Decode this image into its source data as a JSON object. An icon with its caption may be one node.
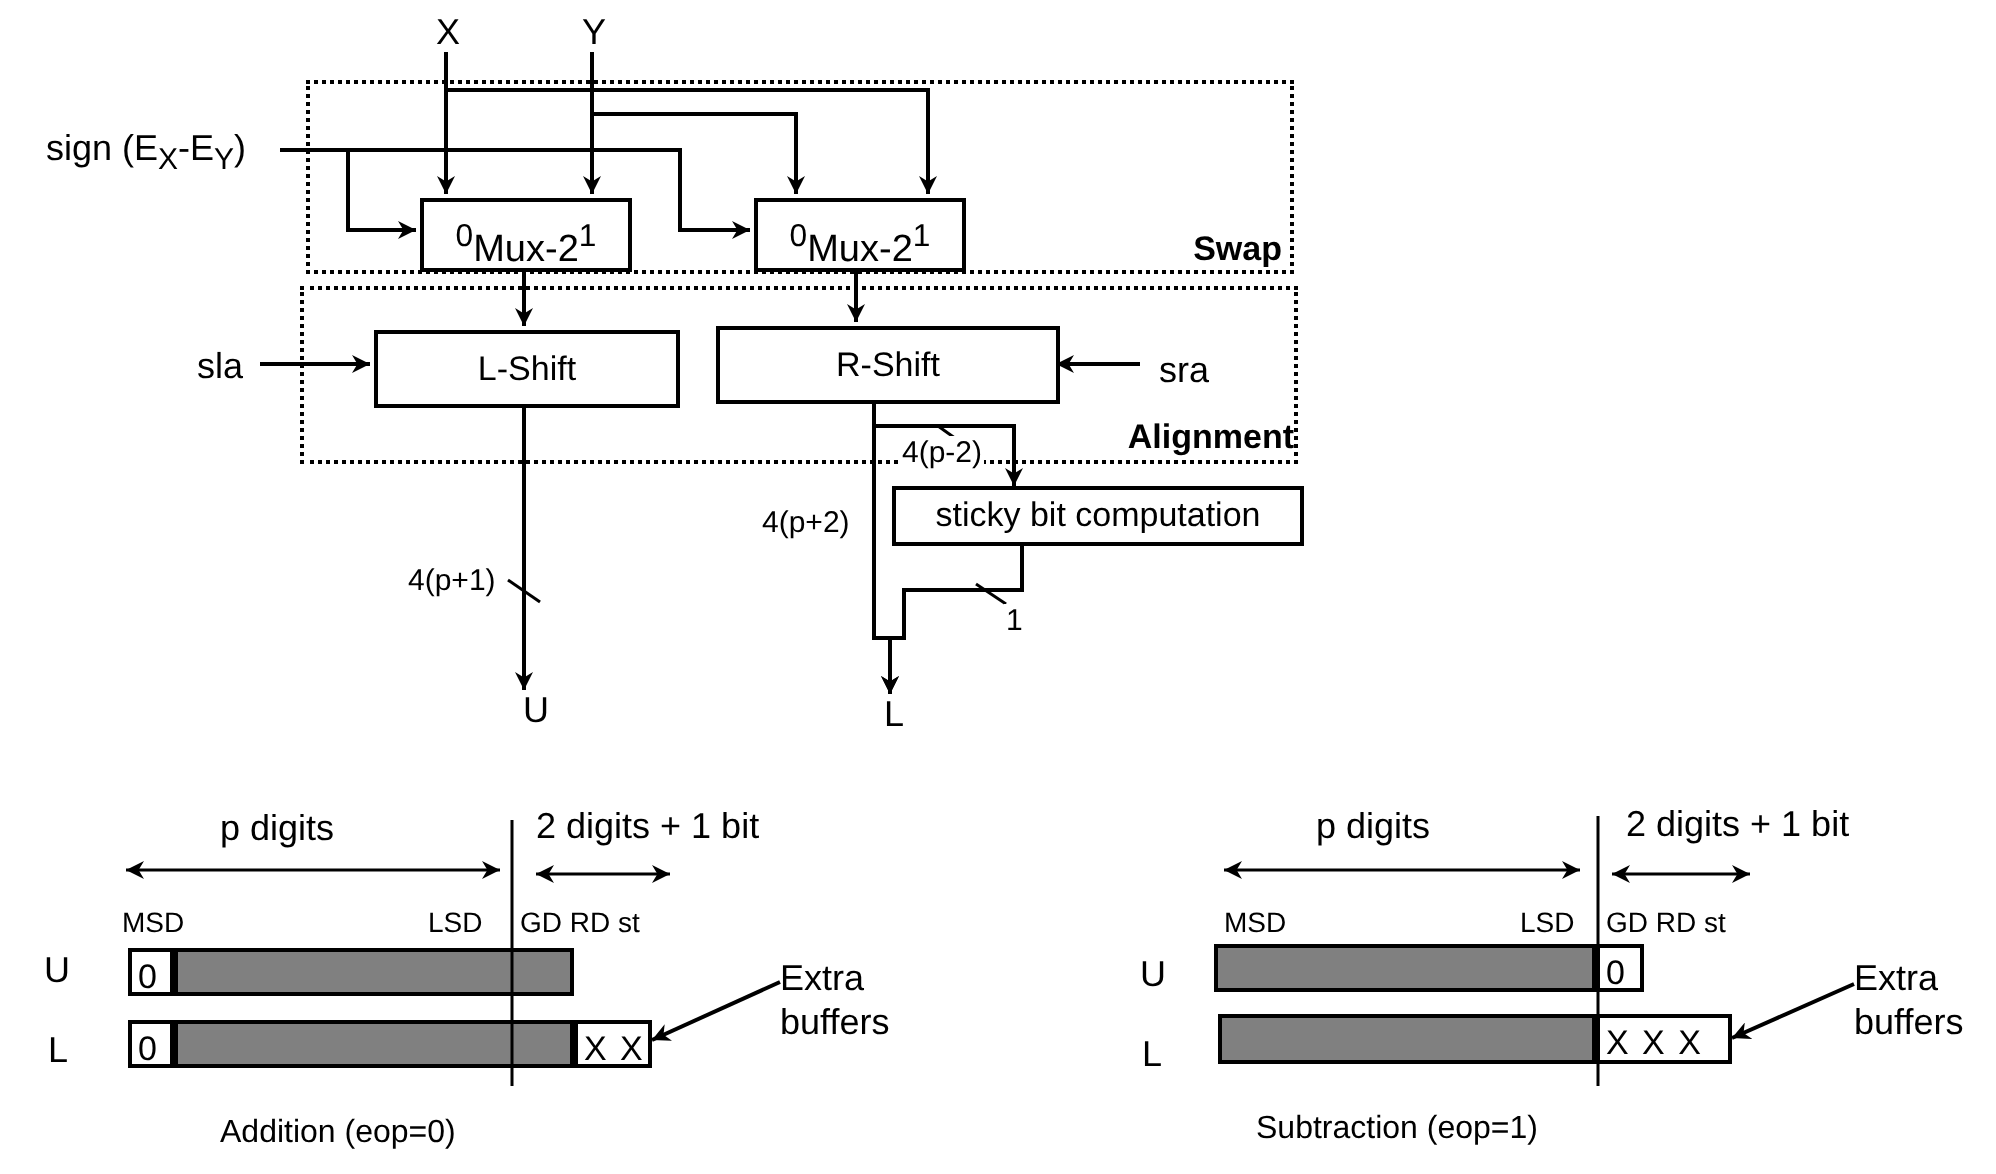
{
  "diagram": {
    "nodes": [
      {
        "text": [
          "X"
        ]
      },
      {
        "text": [
          "Y"
        ]
      },
      {
        "text": [
          "sign (E$_{X}$-E$_{Y}$)"
        ]
      },
      {
        "text": [
          "Swap"
        ]
      },
      {
        "text": [
          "$^{0}$Mux-2$^{1}$"
        ],
        "in": 3
      },
      {
        "text": [
          "$^{0}$Mux-2$^{1}$"
        ],
        "in": 3
      },
      {
        "text": [
          "Alignment"
        ]
      },
      {
        "text": [
          "sla"
        ]
      },
      {
        "text": [
          "L-Shift"
        ],
        "in": 6
      },
      {
        "text": [
          "R-Shift"
        ],
        "in": 6
      },
      {
        "text": [
          "sra"
        ],
        "in": 6
      },
      {
        "text": [
          "sticky bit computation"
        ]
      },
      {
        "text": [
          "U"
        ]
      },
      {
        "text": [
          "L"
        ]
      },
      {
        "text": [
          "0"
        ]
      },
      {
        "text": [],
        "shape": "bar"
      },
      {
        "text": [
          "Extra buffers"
        ]
      },
      {
        "text": [
          "0"
        ]
      },
      {
        "text": [],
        "shape": "bar"
      },
      {
        "text": [
          "X X"
        ]
      },
      {
        "text": [],
        "shape": "bar"
      },
      {
        "text": [
          "0"
        ]
      },
      {
        "text": [
          "Extra buffers"
        ]
      },
      {
        "text": [],
        "shape": "bar"
      },
      {
        "text": [
          "X X X"
        ]
      }
    ],
    "edges": [
      {
        "from": 0,
        "to": 4,
        "arrow": "to"
      },
      {
        "from": 0,
        "to": 5,
        "arrow": "to"
      },
      {
        "from": 1,
        "to": 4,
        "arrow": "to"
      },
      {
        "from": 1,
        "to": 5,
        "arrow": "to"
      },
      {
        "from": 2,
        "to": 4,
        "arrow": "to"
      },
      {
        "from": 2,
        "to": 5,
        "arrow": "to"
      },
      {
        "from": 4,
        "to": 8,
        "arrow": "to"
      },
      {
        "from": 5,
        "to": 9,
        "arrow": "to"
      },
      {
        "from": 7,
        "to": 8,
        "arrow": "to"
      },
      {
        "from": 10,
        "to": 9,
        "arrow": "to"
      },
      {
        "from": 8,
        "to": 12,
        "arrow": "to",
        "label": "4(p+1)"
      },
      {
        "from": 9,
        "to": 11,
        "arrow": "to",
        "label": "4(p-2)"
      },
      {
        "from": 9,
        "to": 13,
        "arrow": "to",
        "label": "4(p+2)"
      },
      {
        "from": 11,
        "to": 13,
        "arrow": "to",
        "label": "1"
      },
      {
        "from": 16,
        "to": 19,
        "arrow": "to"
      },
      {
        "from": 22,
        "to": 24,
        "arrow": "to"
      }
    ],
    "labels": [
      "p digits",
      "2 digits + 1 bit",
      "MSD",
      "LSD",
      "GD RD st",
      "U",
      "L",
      "Addition (eop=0)",
      "p digits",
      "2 digits + 1 bit",
      "MSD",
      "LSD",
      "GD RD st",
      "U",
      "L",
      "Subtraction (eop=1)"
    ]
  }
}
